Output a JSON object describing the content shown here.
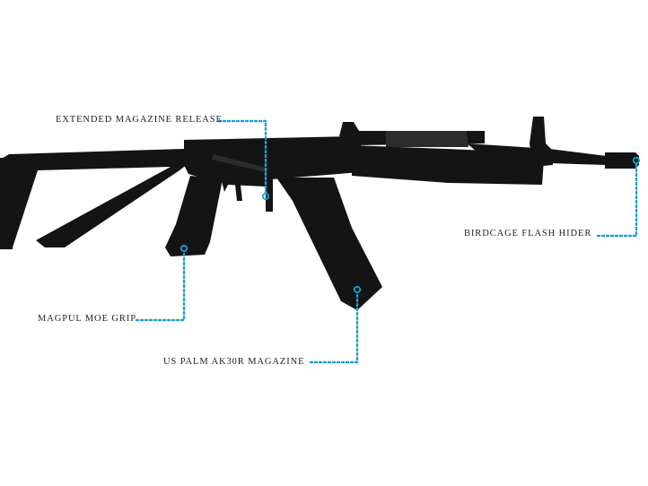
{
  "diagram": {
    "colors": {
      "leader": "#1a9fd8",
      "rifle": "#141414",
      "rifle_highlight": "#2c2c2c",
      "text": "#1e1e1e",
      "background": "#ffffff"
    },
    "callouts": [
      {
        "id": "release",
        "label": "EXTENDED MAGAZINE RELEASE"
      },
      {
        "id": "grip",
        "label": "MAGPUL MOE GRIP"
      },
      {
        "id": "magazine",
        "label": "US PALM AK30R MAGAZINE"
      },
      {
        "id": "hider",
        "label": "BIRDCAGE FLASH HIDER"
      }
    ]
  }
}
